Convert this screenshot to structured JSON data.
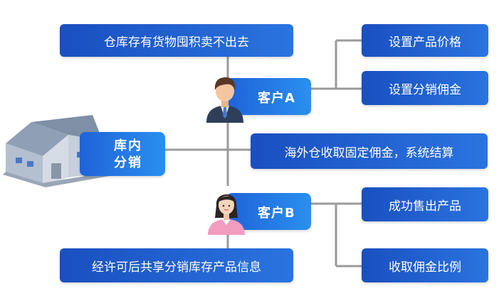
{
  "top_box": "仓库存有货物囤积卖不出去",
  "bottom_box": "经许可后共享分销库存产品信息",
  "customer_a": {
    "label": "客户A",
    "actions": [
      "设置产品价格",
      "设置分销佣金"
    ]
  },
  "customer_b": {
    "label": "客户B",
    "actions": [
      "成功售出产品",
      "收取佣金比例"
    ]
  },
  "center": {
    "line1": "库内",
    "line2": "分销"
  },
  "middle_box": "海外仓收取固定佣金，系统结算",
  "colors": {
    "box_dark": "#1a4fc0",
    "box_light": "#2a8ff0",
    "line": "#9a9a9a"
  }
}
